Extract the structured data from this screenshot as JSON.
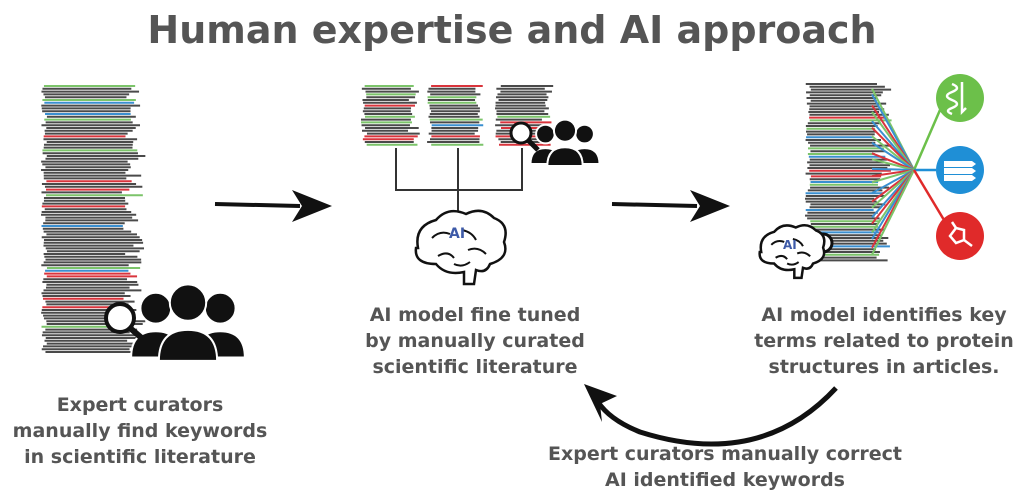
{
  "title": "Human expertise and AI approach",
  "captions": {
    "step1": "Expert curators\nmanually find keywords\nin scientific literature",
    "step2": "AI model fine tuned\nby manually curated\nscientific literature",
    "step3": "AI model identifies key\nterms related to protein\nstructures in articles.",
    "feedback": "Expert curators manually correct\nAI identified keywords"
  },
  "ai_label": "AI",
  "colors": {
    "text_gray": "#555555",
    "line_dark": "#4a4a4a",
    "line_red": "#d9343c",
    "line_green": "#7cc46a",
    "line_blue": "#3a8fd0",
    "ai_blue": "#3d5aa8",
    "node_green": "#6cc04a",
    "node_blue": "#1f8fd6",
    "node_red": "#e02a2a"
  },
  "icons": [
    "document-stack-icon",
    "people-group-icon",
    "magnifier-icon",
    "brain-icon",
    "arrow-right-icon",
    "curved-arrow-icon",
    "protein-helix-icon",
    "protein-sheet-icon",
    "molecule-icon"
  ]
}
